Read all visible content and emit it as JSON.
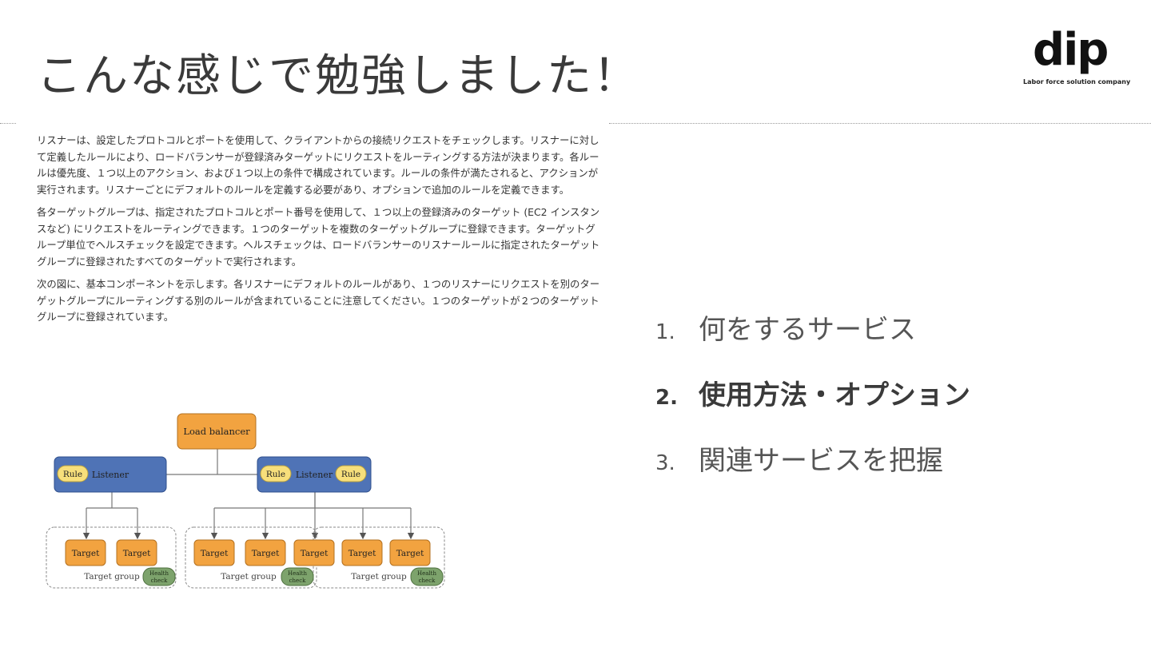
{
  "slide": {
    "title": "こんな感じで勉強しました！"
  },
  "logo": {
    "wordmark": "dip",
    "tagline": "Labor force solution company"
  },
  "doc": {
    "paragraphs": [
      "リスナーは、設定したプロトコルとポートを使用して、クライアントからの接続リクエストをチェックします。リスナーに対して定義したルールにより、ロードバランサーが登録済みターゲットにリクエストをルーティングする方法が決まります。各ルールは優先度、１つ以上のアクション、および１つ以上の条件で構成されています。ルールの条件が満たされると、アクションが実行されます。リスナーごとにデフォルトのルールを定義する必要があり、オプションで追加のルールを定義できます。",
      "各ターゲットグループは、指定されたプロトコルとポート番号を使用して、１つ以上の登録済みのターゲット (EC2 インスタンスなど) にリクエストをルーティングできます。１つのターゲットを複数のターゲットグループに登録できます。ターゲットグループ単位でヘルスチェックを設定できます。ヘルスチェックは、ロードバランサーのリスナールールに指定されたターゲットグループに登録されたすべてのターゲットで実行されます。",
      "次の図に、基本コンポーネントを示します。各リスナーにデフォルトのルールがあり、１つのリスナーにリクエストを別のターゲットグループにルーティングする別のルールが含まれていることに注意してください。１つのターゲットが２つのターゲット グループに登録されています。"
    ]
  },
  "diagram": {
    "load_balancer": "Load balancer",
    "listener": "Listener",
    "rule": "Rule",
    "target": "Target",
    "target_group": "Target group",
    "health_1": "Health",
    "health_2": "check",
    "colors": {
      "orange": "#f2a340",
      "blue": "#4f73b6",
      "yellow": "#f7df7b",
      "green": "#7da36c"
    }
  },
  "agenda": {
    "items": [
      {
        "num": "1.",
        "label": "何をするサービス"
      },
      {
        "num": "2.",
        "label": "使用方法・オプション"
      },
      {
        "num": "3.",
        "label": "関連サービスを把握"
      }
    ]
  }
}
